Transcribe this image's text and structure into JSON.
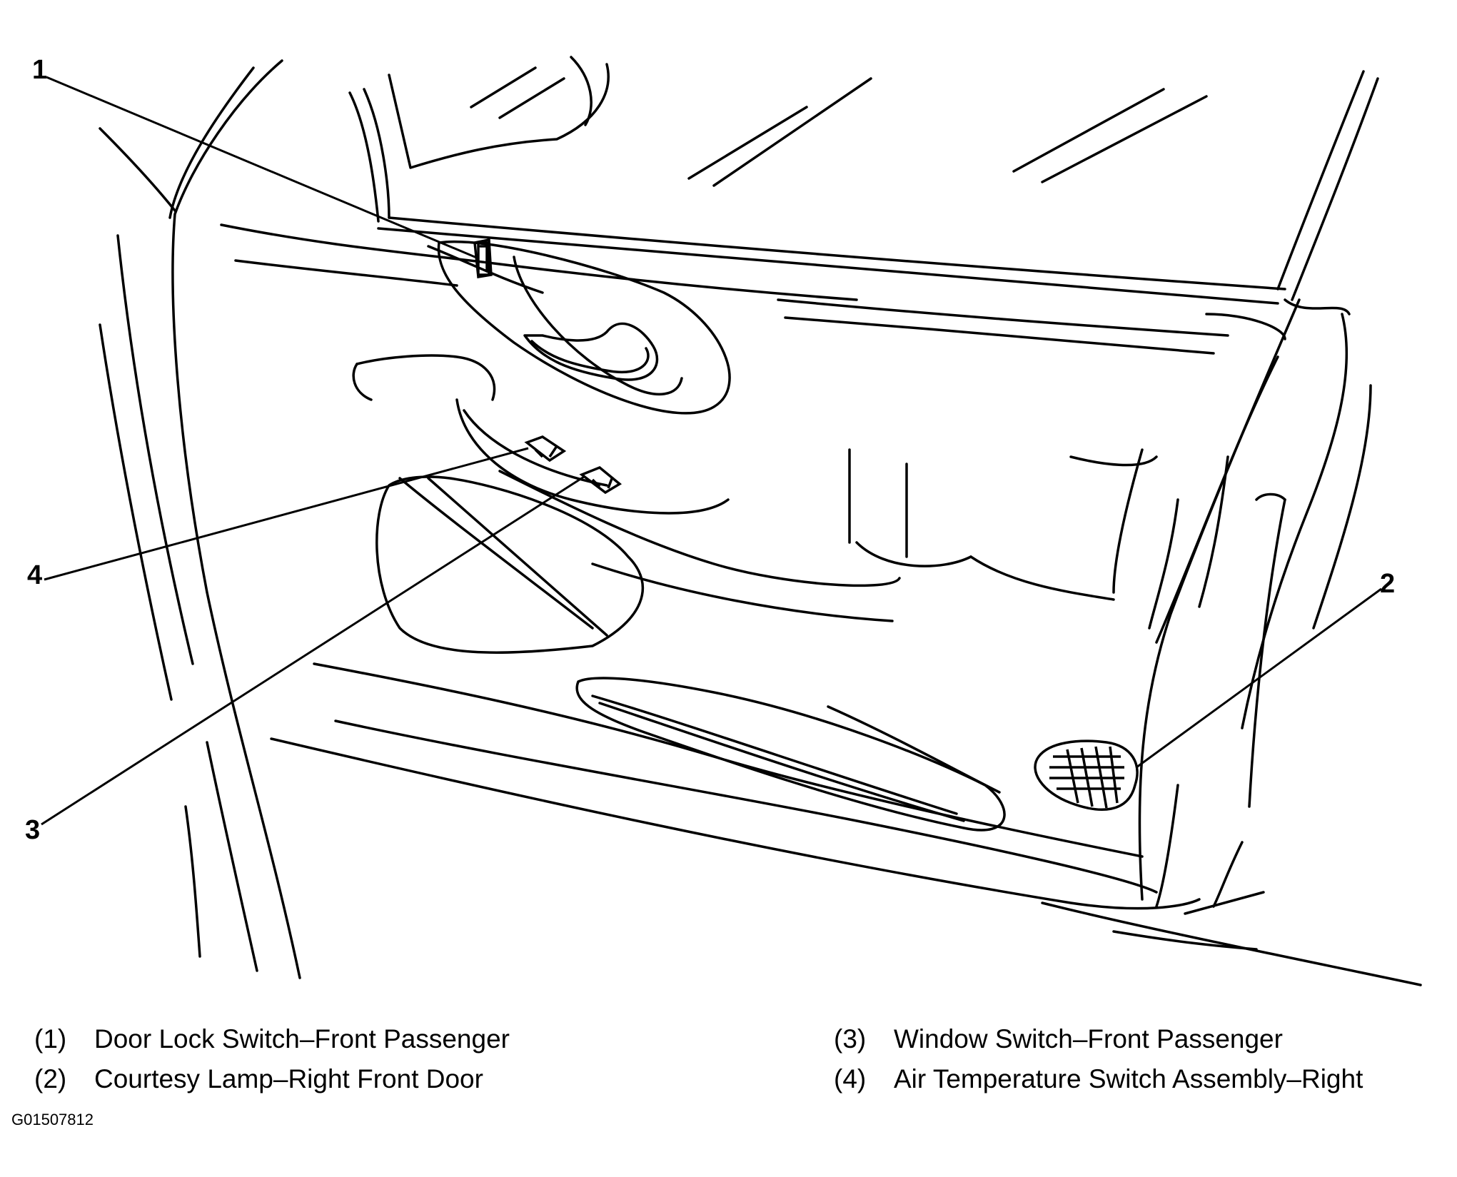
{
  "callouts": [
    {
      "number": "1",
      "label": "Door Lock Switch–Front Passenger",
      "legend_number": "(1)"
    },
    {
      "number": "2",
      "label": "Courtesy Lamp–Right Front Door",
      "legend_number": "(2)"
    },
    {
      "number": "3",
      "label": "Window Switch–Front Passenger",
      "legend_number": "(3)"
    },
    {
      "number": "4",
      "label": "Air Temperature Switch Assembly–Right",
      "legend_number": "(4)"
    }
  ],
  "figure_id": "G01507812"
}
